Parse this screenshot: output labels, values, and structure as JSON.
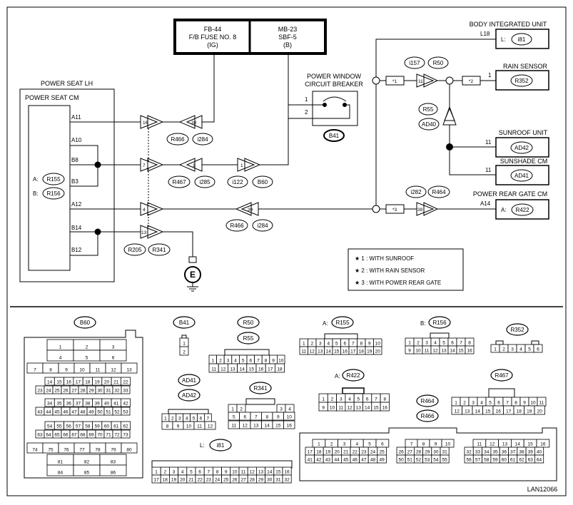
{
  "colors": {
    "line": "#000000",
    "background": "#ffffff"
  },
  "top_boxes": {
    "fuse": [
      "FB-44",
      "F/B FUSE NO. 8",
      "(IG)"
    ],
    "sbf": [
      "MB-23",
      "SBF-5",
      "(B)"
    ]
  },
  "power_seat": {
    "title": "POWER SEAT LH",
    "cm": "POWER SEAT CM",
    "connA_label": "A:",
    "connA": "R155",
    "connB_label": "B:",
    "connB": "R156",
    "pins": [
      "A11",
      "A10",
      "B8",
      "B3",
      "A12",
      "B14",
      "B12"
    ]
  },
  "breaker": {
    "title": [
      "POWER WINDOW",
      "CIRCUIT BREAKER"
    ],
    "pin1": "1",
    "pin2": "2",
    "conn": "B41"
  },
  "body_unit": {
    "title": "BODY INTEGRATED UNIT",
    "pin": "L18",
    "conn_label": "L:",
    "conn": "i81"
  },
  "rain_sensor": {
    "title": "RAIN SENSOR",
    "pin": "1",
    "conn": "R352"
  },
  "sunroof_unit": {
    "title": "SUNROOF UNIT",
    "pin": "11",
    "conn": "AD42"
  },
  "sunshade_cm": {
    "title": "SUNSHADE CM",
    "pin": "11",
    "conn": "AD41"
  },
  "rear_gate_cm": {
    "title": "POWER REAR GATE CM",
    "pin": "A14",
    "conn_label": "A:",
    "conn": "R422"
  },
  "splices": {
    "row1": {
      "left_pin": "16",
      "right_pin": "38",
      "conn1": "R466",
      "conn2": "i284"
    },
    "row2": {
      "left_pin": "7",
      "mid_pin": "1",
      "right_pin": "1",
      "conn1": "R467",
      "conn2": "i285",
      "conn3": "i122",
      "conn4": "B60"
    },
    "row3": {
      "left_pin": "4",
      "right_pin": "39",
      "conn1": "R466",
      "conn2": "i284"
    },
    "row4": {
      "left_pin": "13",
      "conn1": "R205",
      "conn2": "R341"
    },
    "rain": {
      "pin": "11",
      "conn1": "i157",
      "conn2": "R50",
      "star": "*1",
      "star2": "*2"
    },
    "ad": {
      "conn1": "R55",
      "conn2": "AD40"
    },
    "gate": {
      "pin": "39",
      "conn1": "i282",
      "conn2": "R464",
      "star": "*3"
    }
  },
  "ground_label": "E",
  "notes": [
    "★ 1 : WITH SUNROOF",
    "★ 2 : WITH RAIN SENSOR",
    "★ 3 : WITH POWER REAR GATE"
  ],
  "connectors": {
    "B60": {
      "name": "B60",
      "rows": [
        [
          "1",
          "2",
          "3"
        ],
        [
          "4",
          "5",
          "6"
        ],
        [
          "7",
          "8",
          "9",
          "10",
          "11",
          "12",
          "13"
        ],
        [
          "14",
          "15",
          "16",
          "17",
          "18",
          "19",
          "20",
          "21",
          "22"
        ],
        [
          "23",
          "24",
          "25",
          "26",
          "27",
          "28",
          "29",
          "30",
          "31",
          "32",
          "33"
        ],
        [
          "34",
          "35",
          "36",
          "37",
          "38",
          "39",
          "40",
          "41",
          "42"
        ],
        [
          "43",
          "44",
          "45",
          "46",
          "47",
          "48",
          "49",
          "50",
          "51",
          "52",
          "53"
        ],
        [
          "54",
          "55",
          "56",
          "57",
          "58",
          "59",
          "60",
          "61",
          "62"
        ],
        [
          "63",
          "64",
          "65",
          "66",
          "67",
          "68",
          "69",
          "70",
          "71",
          "72",
          "73"
        ],
        [
          "74",
          "75",
          "76",
          "77",
          "78",
          "79",
          "80"
        ],
        [
          "81",
          "82",
          "83"
        ],
        [
          "84",
          "85",
          "86"
        ]
      ]
    },
    "B41": {
      "name": "B41",
      "rows": [
        [
          "1"
        ],
        [
          "2"
        ]
      ]
    },
    "R50": {
      "names": [
        "R50",
        "R55"
      ],
      "rows": [
        [
          "1",
          "2",
          "3",
          "4",
          "5",
          "6",
          "7",
          "8",
          "9",
          "10"
        ],
        [
          "11",
          "12",
          "13",
          "14",
          "15",
          "16",
          "17",
          "18"
        ]
      ]
    },
    "R155": {
      "prefix": "A:",
      "name": "R155",
      "rows": [
        [
          "1",
          "2",
          "3",
          "4",
          "5",
          "6",
          "7",
          "8",
          "9",
          "10"
        ],
        [
          "11",
          "12",
          "13",
          "14",
          "15",
          "16",
          "17",
          "18",
          "19",
          "20"
        ]
      ]
    },
    "R156": {
      "prefix": "B:",
      "name": "R156",
      "rows": [
        [
          "1",
          "2",
          "3",
          "4",
          "5",
          "6",
          "7",
          "8"
        ],
        [
          "9",
          "10",
          "11",
          "12",
          "13",
          "14",
          "15",
          "16"
        ]
      ]
    },
    "R352": {
      "name": "R352",
      "rows": [
        [
          "1",
          "2",
          "3",
          "4",
          "5",
          "6"
        ]
      ]
    },
    "AD41": {
      "names": [
        "AD41",
        "AD42"
      ],
      "rows": [
        [
          "1",
          "2",
          "3",
          "4",
          "5",
          "6",
          "7"
        ],
        [
          "8",
          "9",
          "10",
          "11",
          "12"
        ]
      ]
    },
    "R341": {
      "name": "R341",
      "rows": [
        [
          "1",
          "2",
          "3",
          "4"
        ],
        [
          "5",
          "6",
          "7",
          "8",
          "9",
          "10"
        ],
        [
          "11",
          "12",
          "13",
          "14",
          "15",
          "16"
        ]
      ]
    },
    "R422": {
      "prefix": "A:",
      "name": "R422",
      "rows": [
        [
          "1",
          "2",
          "3",
          "4",
          "5",
          "6",
          "7",
          "8"
        ],
        [
          "9",
          "10",
          "11",
          "12",
          "13",
          "14",
          "15",
          "16"
        ]
      ]
    },
    "R467": {
      "name": "R467",
      "rows": [
        [
          "1",
          "2",
          "3",
          "4",
          "5",
          "6",
          "7",
          "8",
          "9",
          "10",
          "11"
        ],
        [
          "12",
          "13",
          "14",
          "15",
          "16",
          "17",
          "18",
          "19",
          "20"
        ]
      ]
    },
    "R464": {
      "names": [
        "R464",
        "R466"
      ]
    },
    "i81": {
      "prefix": "L:",
      "name": "i81",
      "rows": [
        [
          "1",
          "2",
          "3",
          "4",
          "5",
          "6",
          "7",
          "8",
          "9",
          "10",
          "11",
          "12",
          "13",
          "14",
          "15",
          "16"
        ],
        [
          "17",
          "18",
          "19",
          "20",
          "21",
          "22",
          "23",
          "24",
          "25",
          "26",
          "27",
          "28",
          "29",
          "30",
          "31",
          "32"
        ]
      ]
    },
    "big": {
      "g1": [
        [
          "1",
          "2",
          "3",
          "4",
          "5",
          "6"
        ],
        [
          "17",
          "18",
          "19",
          "20",
          "21",
          "22",
          "23",
          "24",
          "25"
        ],
        [
          "41",
          "42",
          "43",
          "44",
          "45",
          "46",
          "47",
          "48",
          "49"
        ]
      ],
      "g2": [
        [
          "7",
          "8",
          "9",
          "10"
        ],
        [
          "26",
          "27",
          "28",
          "29",
          "30",
          "31"
        ],
        [
          "50",
          "51",
          "52",
          "53",
          "54",
          "55"
        ]
      ],
      "g3": [
        [
          "11",
          "12",
          "13",
          "14",
          "15",
          "16"
        ],
        [
          "32",
          "33",
          "34",
          "35",
          "36",
          "37",
          "38",
          "39",
          "40"
        ],
        [
          "56",
          "57",
          "58",
          "59",
          "60",
          "61",
          "62",
          "63",
          "64"
        ]
      ]
    }
  },
  "figure_id": "LAN12066"
}
